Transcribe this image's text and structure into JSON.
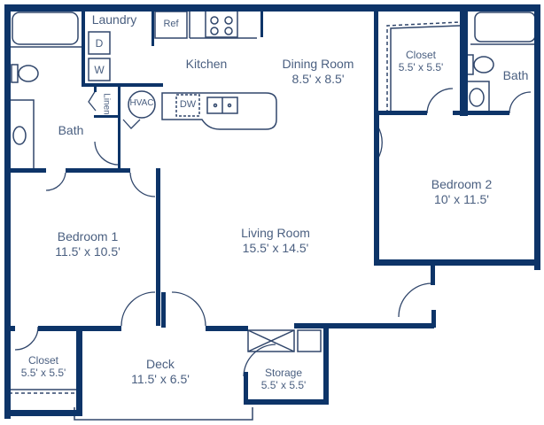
{
  "colors": {
    "wall": "#0d3468",
    "fixture": "#30466b",
    "text": "#4a5f80",
    "background": "#ffffff"
  },
  "rooms": {
    "laundry": {
      "name": "Laundry"
    },
    "kitchen": {
      "name": "Kitchen"
    },
    "dining": {
      "name": "Dining Room",
      "dims": "8.5' x 8.5'"
    },
    "closet_ne": {
      "name": "Closet",
      "dims": "5.5' x 5.5'"
    },
    "bath_ne": {
      "name": "Bath"
    },
    "bath_nw": {
      "name": "Bath"
    },
    "bedroom2": {
      "name": "Bedroom 2",
      "dims": "10' x 11.5'"
    },
    "living": {
      "name": "Living Room",
      "dims": "15.5' x 14.5'"
    },
    "bedroom1": {
      "name": "Bedroom 1",
      "dims": "11.5' x 10.5'"
    },
    "closet_sw": {
      "name": "Closet",
      "dims": "5.5' x 5.5'"
    },
    "deck": {
      "name": "Deck",
      "dims": "11.5' x 6.5'"
    },
    "storage": {
      "name": "Storage",
      "dims": "5.5' x 5.5'"
    }
  },
  "fixtures": {
    "dryer": "D",
    "washer": "W",
    "refrigerator": "Ref",
    "dishwasher": "DW",
    "hvac": "HVAC",
    "linen": "Linen"
  }
}
